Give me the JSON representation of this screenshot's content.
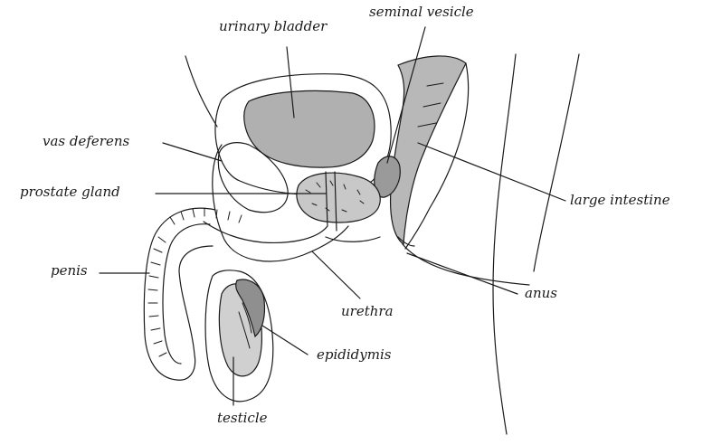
{
  "labels": {
    "urinary_bladder": "urinary bladder",
    "seminal_vesicle": "seminal vesicle",
    "vas_deferens": "vas deferens",
    "prostate_gland": "prostate gland",
    "large_intestine": "large intestine",
    "penis": "penis",
    "anus": "anus",
    "urethra": "urethra",
    "epididymis": "epididymis",
    "testicle": "testicle"
  },
  "colors": {
    "ink": "#1a1a1a",
    "shade": "#b8b8b8",
    "dark_shade": "#8f8f8f"
  }
}
